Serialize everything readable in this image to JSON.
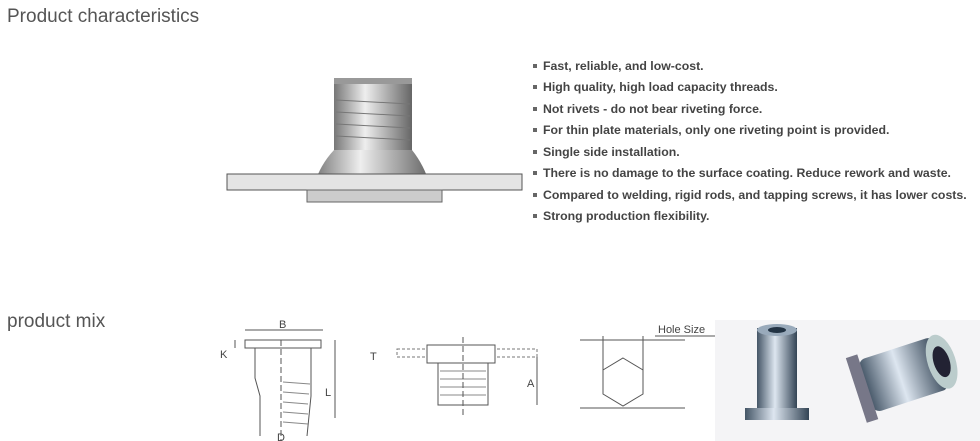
{
  "sections": {
    "characteristics_title": "Product characteristics",
    "mix_title": "product mix"
  },
  "features": [
    "Fast, reliable, and low-cost.",
    "High quality, high load capacity threads.",
    "Not rivets - do not bear riveting force.",
    "For thin plate materials, only one riveting point is provided.",
    "Single side installation.",
    "There is no damage to the surface coating. Reduce rework and waste.",
    "Compared to welding, rigid rods, and tapping screws, it has lower costs.",
    "Strong production flexibility."
  ],
  "diagram_labels": {
    "b": "B",
    "k": "K",
    "l": "L",
    "d": "D",
    "t": "T",
    "a": "A",
    "hole_size": "Hole Size"
  }
}
